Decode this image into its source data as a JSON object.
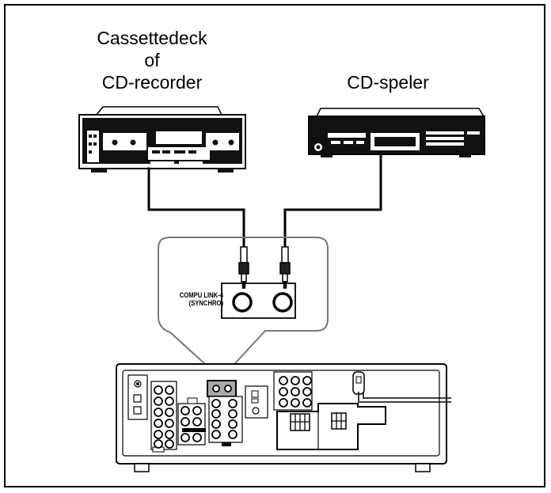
{
  "labels": {
    "cassette_line1": "Cassettedeck",
    "cassette_line2": "of",
    "cassette_line3": "CD-recorder",
    "cd_player": "CD-speler",
    "compulink_line1": "COMPU LINK-4",
    "compulink_line2": "(SYNCHRO)"
  }
}
